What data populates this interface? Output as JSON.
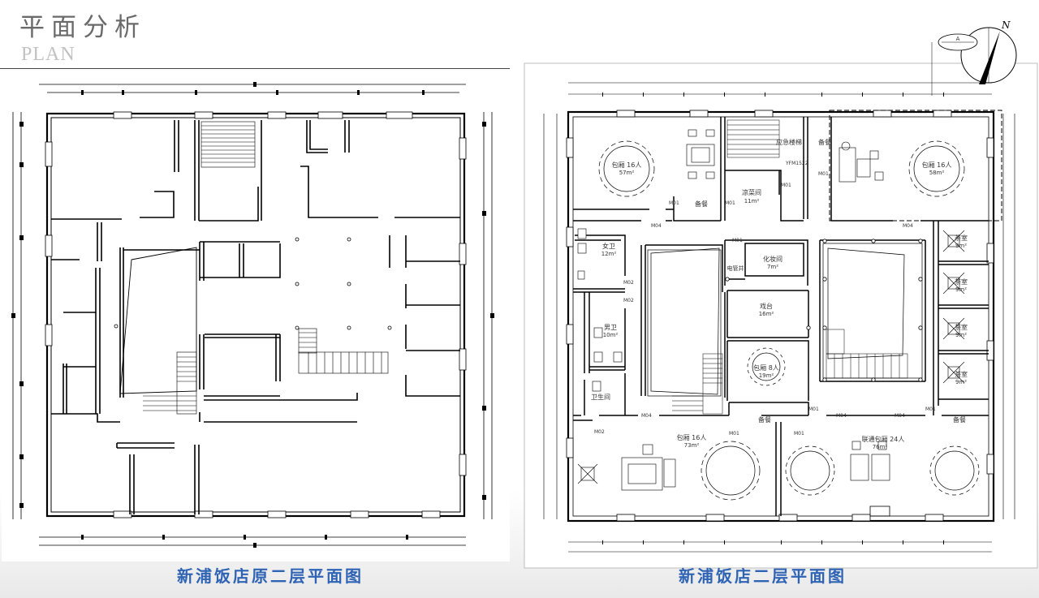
{
  "header": {
    "title_cn": "平面分析",
    "title_en": "PLAN"
  },
  "captions": {
    "left": "新浦饭店原二层平面图",
    "right": "新浦饭店二层平面图"
  },
  "compass": {
    "north_label": "N",
    "section_tag": "A"
  },
  "rooms": {
    "private_room_nw": {
      "name": "包厢  16人",
      "area": "57m²"
    },
    "private_room_ne": {
      "name": "包厢  16人",
      "area": "58m²"
    },
    "fire_stair": "应急楼梯",
    "prep_top": "备餐",
    "prep_mid": "备餐",
    "cold_dish": {
      "name": "凉菜间",
      "area": "11m²"
    },
    "womens_wc": {
      "name": "女卫",
      "area": "12m²"
    },
    "mens_wc": {
      "name": "男卫",
      "area": "10m²"
    },
    "washroom": "卫生间",
    "makeup": {
      "name": "化妆间",
      "area": "7m²"
    },
    "pipe_well": "电管井",
    "stage": {
      "name": "戏台",
      "area": "16m²"
    },
    "private_room_8": {
      "name": "包厢  8人",
      "area": "19m²"
    },
    "tea_rooms": [
      {
        "name": "茶室",
        "area": "9m²"
      },
      {
        "name": "茶室",
        "area": "9m²"
      },
      {
        "name": "茶室",
        "area": "9m²"
      },
      {
        "name": "茶室",
        "area": "9m²"
      }
    ],
    "prep_bottom_mid": "备餐",
    "prep_bottom_right": "备餐",
    "private_room_sw": {
      "name": "包厢  16人",
      "area": "73m²"
    },
    "suite_se": {
      "name": "联通包厢  24人",
      "area": "76m²"
    }
  },
  "door_tags": {
    "m01": "M01",
    "m02": "M02",
    "m04": "M04",
    "yfm": "YFM1522"
  }
}
